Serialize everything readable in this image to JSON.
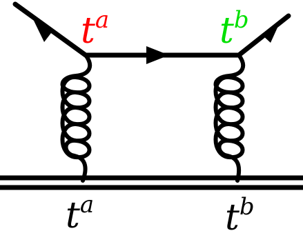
{
  "labels": {
    "top_left": {
      "base": "t",
      "sup": "a",
      "color": "#ff0000"
    },
    "top_right": {
      "base": "t",
      "sup": "b",
      "color": "#00e000"
    },
    "bottom_left": {
      "base": "t",
      "sup": "a",
      "color": "#000000"
    },
    "bottom_right": {
      "base": "t",
      "sup": "b",
      "color": "#000000"
    }
  },
  "colors": {
    "line": "#000000",
    "background": "#ffffff"
  }
}
